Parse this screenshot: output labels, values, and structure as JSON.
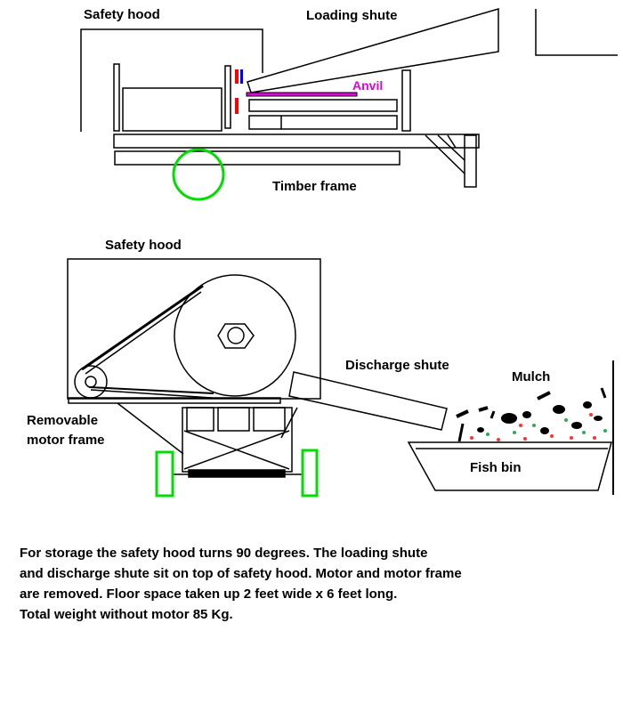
{
  "top_view": {
    "labels": {
      "safety_hood": "Safety hood",
      "loading_shute": "Loading shute",
      "anvil": "Anvil",
      "timber_frame": "Timber frame"
    }
  },
  "bottom_view": {
    "labels": {
      "safety_hood": "Safety hood",
      "discharge_shute": "Discharge shute",
      "mulch": "Mulch",
      "removable_motor_frame_line1": "Removable",
      "removable_motor_frame_line2": "motor frame",
      "fish_bin": "Fish  bin"
    }
  },
  "notes": {
    "line1": "For storage the safety hood turns  90 degrees. The loading shute",
    "line2": "and discharge shute sit on top of safety hood. Motor and motor frame",
    "line3": "are removed. Floor space taken up 2 feet wide x 6 feet long.",
    "line4": "Total weight without motor 85 Kg."
  },
  "colors": {
    "line": "#000000",
    "wheel_top": "#00dd00",
    "wheel_bottom": "#00dd00",
    "anvil": "#e000e0",
    "blade_red": "#ff0000",
    "blade_blue": "#0000ff"
  }
}
